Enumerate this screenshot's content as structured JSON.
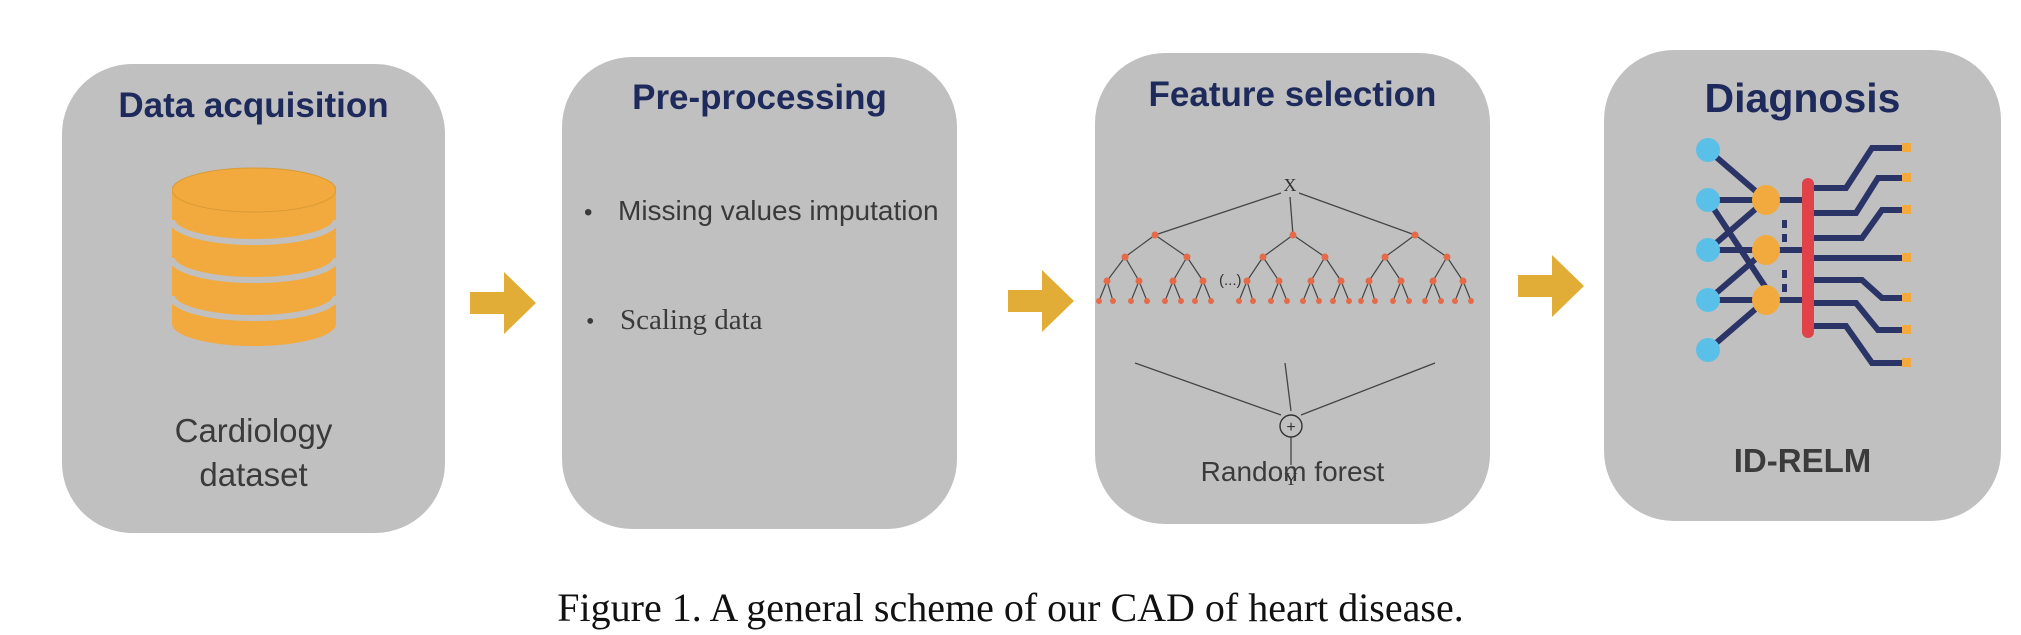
{
  "panels": {
    "acquisition": {
      "title": "Data acquisition",
      "label_line1": "Cardiology",
      "label_line2": "dataset",
      "icon": "database-icon"
    },
    "preprocessing": {
      "title": "Pre-processing",
      "bullets": [
        "Missing values imputation",
        "Scaling data"
      ]
    },
    "feature_selection": {
      "title": "Feature selection",
      "label": "Random forest",
      "diagram_text": {
        "input": "X",
        "ellipsis": "(...)",
        "combine": "+",
        "output": "Y"
      },
      "icon": "random-forest-icon"
    },
    "diagnosis": {
      "title": "Diagnosis",
      "label": "ID-RELM",
      "icon": "neural-network-icon"
    }
  },
  "arrow_color": "#e1ad36",
  "database_color": "#f2aa3e",
  "title_color": "#1f2a5c",
  "caption": "Figure 1. A general scheme of our CAD of heart disease."
}
